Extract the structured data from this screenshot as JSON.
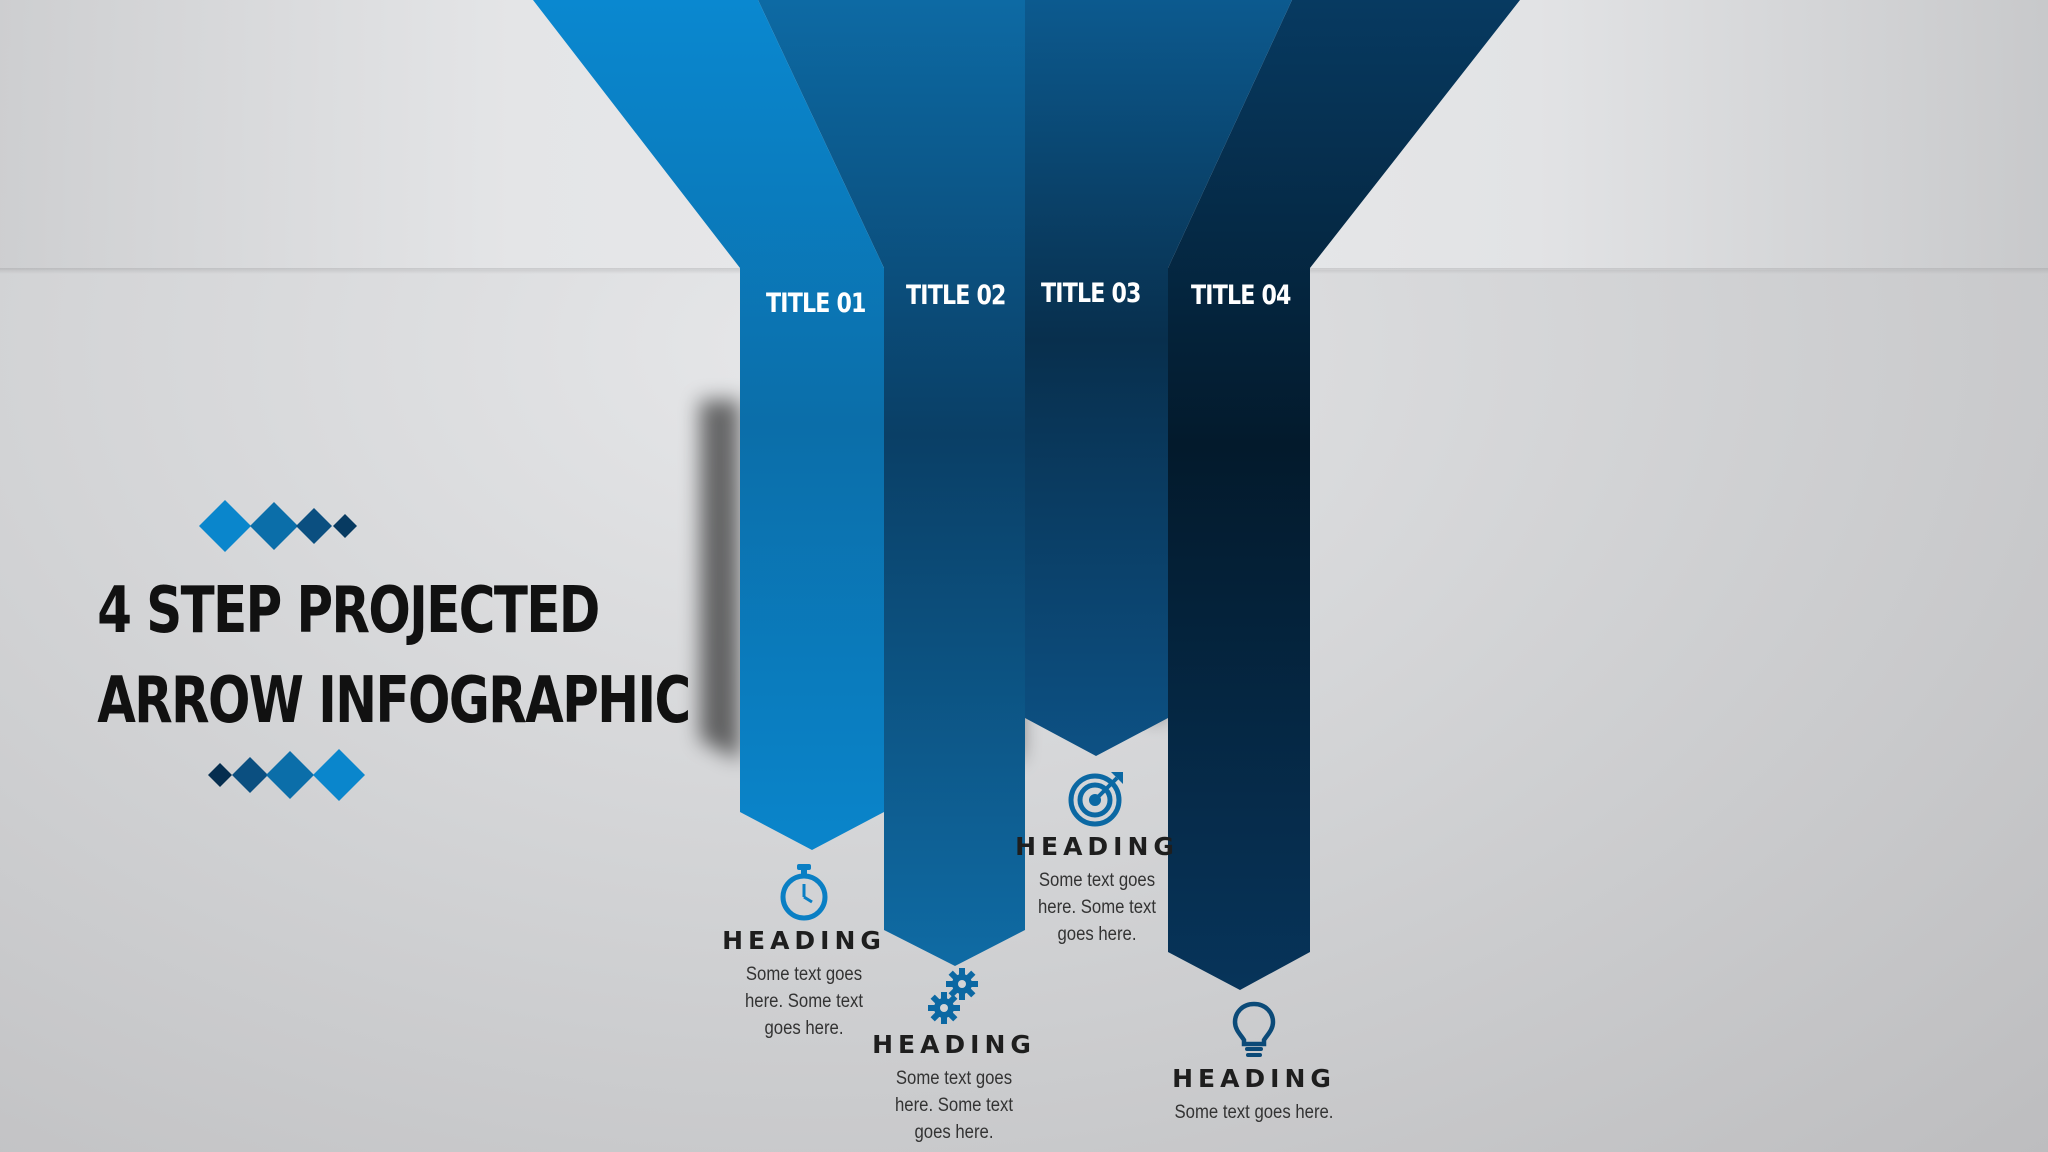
{
  "title": {
    "line1": "4 STEP PROJECTED",
    "line2": "ARROW INFOGRAPHIC"
  },
  "colors": {
    "step1": "#0a80c6",
    "step2": "#0d5f95",
    "step3": "#0b4a78",
    "step4": "#062e4f",
    "icon": "#0a6aa8",
    "background": "#d3d4d6"
  },
  "steps": [
    {
      "title": "TITLE 01",
      "icon": "stopwatch-icon",
      "heading": "HEADING",
      "text": "Some text goes here. Some text goes here."
    },
    {
      "title": "TITLE 02",
      "icon": "gears-icon",
      "heading": "HEADING",
      "text": "Some text goes here. Some text goes here."
    },
    {
      "title": "TITLE 03",
      "icon": "target-icon",
      "heading": "HEADING",
      "text": "Some text goes here. Some text goes here."
    },
    {
      "title": "TITLE 04",
      "icon": "lightbulb-icon",
      "heading": "HEADING",
      "text": "Some text goes here."
    }
  ]
}
